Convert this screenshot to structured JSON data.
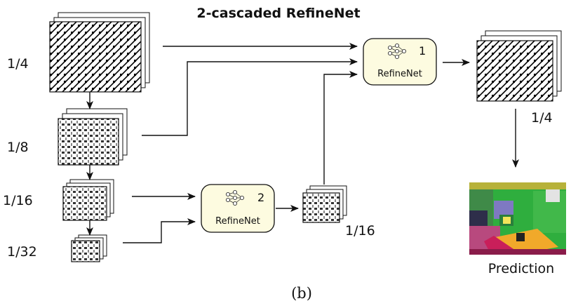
{
  "title": "2-cascaded RefineNet",
  "caption": "(b)",
  "inputs": [
    {
      "label": "1/4"
    },
    {
      "label": "1/8"
    },
    {
      "label": "1/16"
    },
    {
      "label": "1/32"
    }
  ],
  "refinenet_blocks": [
    {
      "label": "RefineNet",
      "index": "1"
    },
    {
      "label": "RefineNet",
      "index": "2"
    }
  ],
  "outputs": {
    "intermediate_label": "1/16",
    "final_label": "1/4",
    "prediction_label": "Prediction"
  },
  "colors": {
    "node_fill": "#fdfbe0",
    "line": "#111111"
  },
  "icons": [
    "neural-network-icon"
  ]
}
